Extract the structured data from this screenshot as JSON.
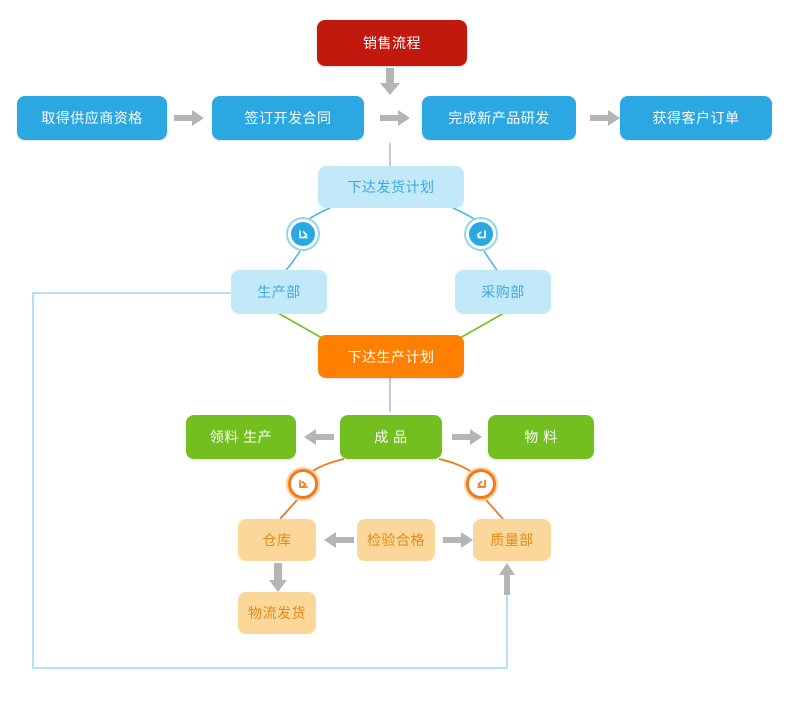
{
  "diagram": {
    "title_node": {
      "label": "销售流程",
      "color": "#C1190D"
    },
    "row_supply": [
      {
        "label": "取得供应商资格",
        "color": "#2BA7E1"
      },
      {
        "label": "签订开发合同",
        "color": "#2BA7E1"
      },
      {
        "label": "完成新产品研发",
        "color": "#2BA7E1"
      },
      {
        "label": "获得客户订单",
        "color": "#2BA7E1"
      }
    ],
    "ship_plan": {
      "label": "下达发货计划",
      "color": "#C1E9FA"
    },
    "departments": [
      {
        "label": "生产部",
        "color": "#C1E9FA"
      },
      {
        "label": "采购部",
        "color": "#C1E9FA"
      }
    ],
    "production_plan": {
      "label": "下达生产计划",
      "color": "#FF7F00"
    },
    "row_green": [
      {
        "label": "领料  生产",
        "color": "#72BF1F"
      },
      {
        "label": "成    品",
        "color": "#72BF1F"
      },
      {
        "label": "物    料",
        "color": "#72BF1F"
      }
    ],
    "row_quality": [
      {
        "label": "仓库",
        "color": "#FBD89A"
      },
      {
        "label": "检验合格",
        "color": "#FBD89A"
      },
      {
        "label": "质量部",
        "color": "#FBD89A"
      }
    ],
    "logistics": {
      "label": "物流发货",
      "color": "#FBD89A"
    },
    "badges": [
      {
        "name": "ship-plan-left-badge",
        "icon": "arrow-down-icon",
        "color": "#2BA7E1"
      },
      {
        "name": "ship-plan-right-badge",
        "icon": "arrow-down-icon",
        "color": "#2BA7E1"
      },
      {
        "name": "finished-goods-left-badge",
        "icon": "arrow-down-icon",
        "color": "#F07B1A"
      },
      {
        "name": "finished-goods-right-badge",
        "icon": "arrow-down-icon",
        "color": "#F07B1A"
      }
    ],
    "connector_colors": {
      "gray_arrow": "#A6A6A6",
      "light_blue_line": "#9FD9F2",
      "green_line": "#78BE20",
      "orange_line": "#F07B1A",
      "blue_curve": "#4DB8E8"
    }
  }
}
